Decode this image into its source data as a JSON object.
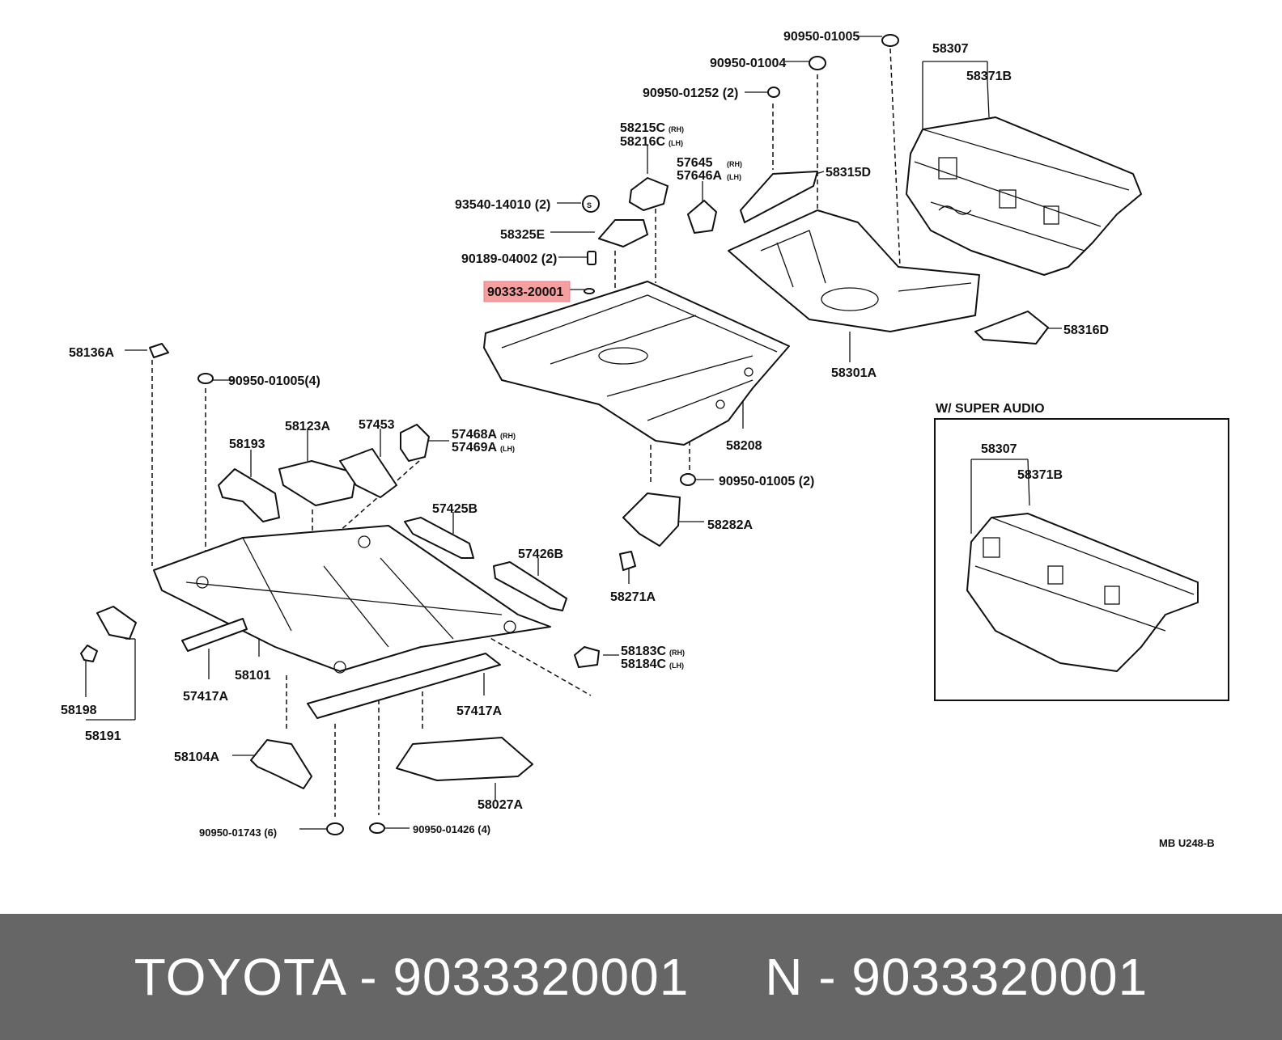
{
  "colors": {
    "background": "#ffffff",
    "line": "#111111",
    "highlight": "#f4a0a0",
    "footer_bg": "#666666",
    "footer_text": "#ffffff"
  },
  "labels": {
    "p90950_01005": "90950-01005",
    "p58307": "58307",
    "p58371B": "58371B",
    "p90950_01004": "90950-01004",
    "p90950_01252": "90950-01252 (2)",
    "p58215C": "58215C",
    "p58216C": "58216C",
    "p57645": "57645",
    "p57646A": "57646A",
    "p58315D": "58315D",
    "p93540_14010": "93540-14010 (2)",
    "p58325E": "58325E",
    "p90189_04002": "90189-04002 (2)",
    "p90333_20001": "90333-20001",
    "p58316D": "58316D",
    "p58301A": "58301A",
    "p58136A": "58136A",
    "p90950_01005_4": "90950-01005(4)",
    "p58123A": "58123A",
    "p57453": "57453",
    "p57468A": "57468A",
    "p57469A": "57469A",
    "p58208": "58208",
    "p58193": "58193",
    "p90950_01005_2": "90950-01005 (2)",
    "p57425B": "57425B",
    "p58282A": "58282A",
    "p57426B": "57426B",
    "p58271A": "58271A",
    "p58183C": "58183C",
    "p58184C": "58184C",
    "p58198": "58198",
    "p58101": "58101",
    "p57417A_left": "57417A",
    "p57417A_right": "57417A",
    "p58191": "58191",
    "p58104A": "58104A",
    "p58027A": "58027A",
    "p90950_01743": "90950-01743 (6)",
    "p90950_01426": "90950-01426 (4)",
    "inset_title": "W/ SUPER AUDIO",
    "inset_58307": "58307",
    "inset_58371B": "58371B",
    "ref_code": "MB  U248-B",
    "rh": "(RH)",
    "lh": "(LH)"
  },
  "highlighted_part": "90333-20001",
  "footer": {
    "text": "TOYOTA - 9033320001     N - 9033320001"
  }
}
